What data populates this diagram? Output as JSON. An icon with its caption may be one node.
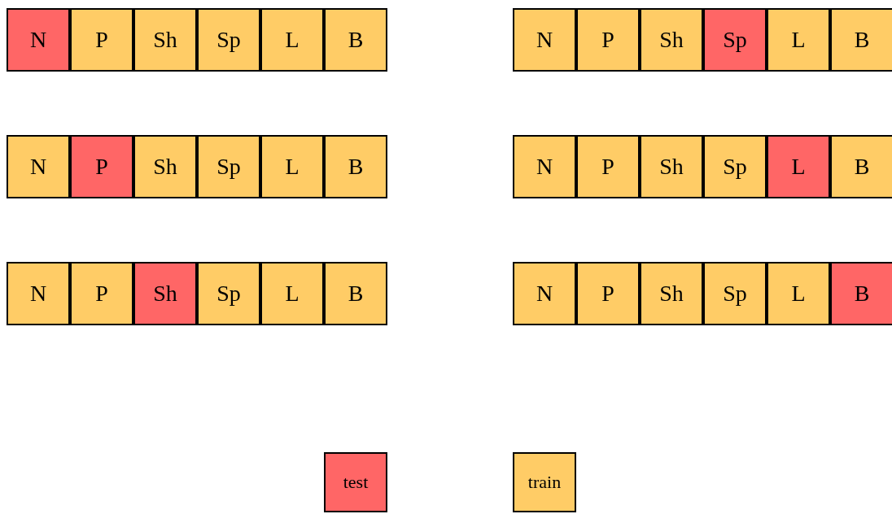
{
  "diagram": {
    "nodes": [
      {
        "text": [
          "N"
        ]
      },
      {
        "text": [
          "P"
        ]
      },
      {
        "text": [
          "Sh"
        ]
      },
      {
        "text": [
          "Sp"
        ]
      },
      {
        "text": [
          "L"
        ]
      },
      {
        "text": [
          "B"
        ]
      },
      {
        "text": [
          "N"
        ]
      },
      {
        "text": [
          "P"
        ]
      },
      {
        "text": [
          "Sh"
        ]
      },
      {
        "text": [
          "Sp"
        ]
      },
      {
        "text": [
          "L"
        ]
      },
      {
        "text": [
          "B"
        ]
      },
      {
        "text": [
          "N"
        ]
      },
      {
        "text": [
          "P"
        ]
      },
      {
        "text": [
          "Sh"
        ]
      },
      {
        "text": [
          "Sp"
        ]
      },
      {
        "text": [
          "L"
        ]
      },
      {
        "text": [
          "B"
        ]
      },
      {
        "text": [
          "N"
        ]
      },
      {
        "text": [
          "P"
        ]
      },
      {
        "text": [
          "Sh"
        ]
      },
      {
        "text": [
          "Sp"
        ]
      },
      {
        "text": [
          "L"
        ]
      },
      {
        "text": [
          "B"
        ]
      },
      {
        "text": [
          "N"
        ]
      },
      {
        "text": [
          "P"
        ]
      },
      {
        "text": [
          "Sh"
        ]
      },
      {
        "text": [
          "Sp"
        ]
      },
      {
        "text": [
          "L"
        ]
      },
      {
        "text": [
          "B"
        ]
      },
      {
        "text": [
          "N"
        ]
      },
      {
        "text": [
          "P"
        ]
      },
      {
        "text": [
          "Sh"
        ]
      },
      {
        "text": [
          "Sp"
        ]
      },
      {
        "text": [
          "L"
        ]
      },
      {
        "text": [
          "B"
        ]
      }
    ],
    "legend": [
      {
        "text": "test",
        "color": "#ff6666"
      },
      {
        "text": "train",
        "color": "#ffcc66"
      }
    ]
  }
}
